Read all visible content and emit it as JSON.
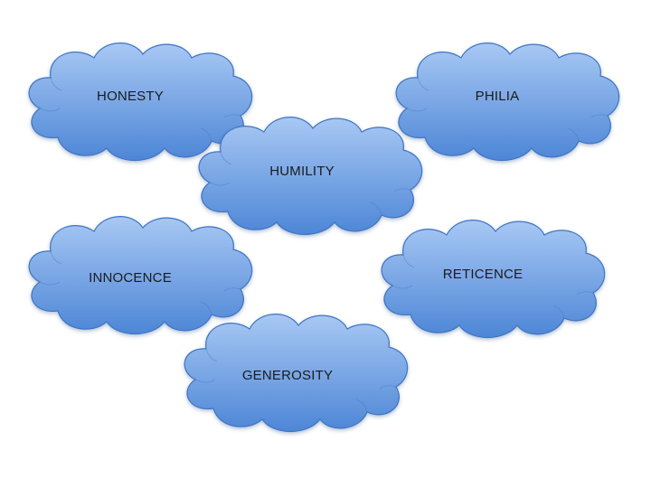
{
  "diagram": {
    "fill_top": "#a8c8f4",
    "fill_bottom": "#4d86d6",
    "stroke": "#3f74c2",
    "clouds": [
      {
        "label": "HONESTY"
      },
      {
        "label": "PHILIA"
      },
      {
        "label": "HUMILITY"
      },
      {
        "label": "INNOCENCE"
      },
      {
        "label": "RETICENCE"
      },
      {
        "label": "GENEROSITY"
      }
    ]
  }
}
